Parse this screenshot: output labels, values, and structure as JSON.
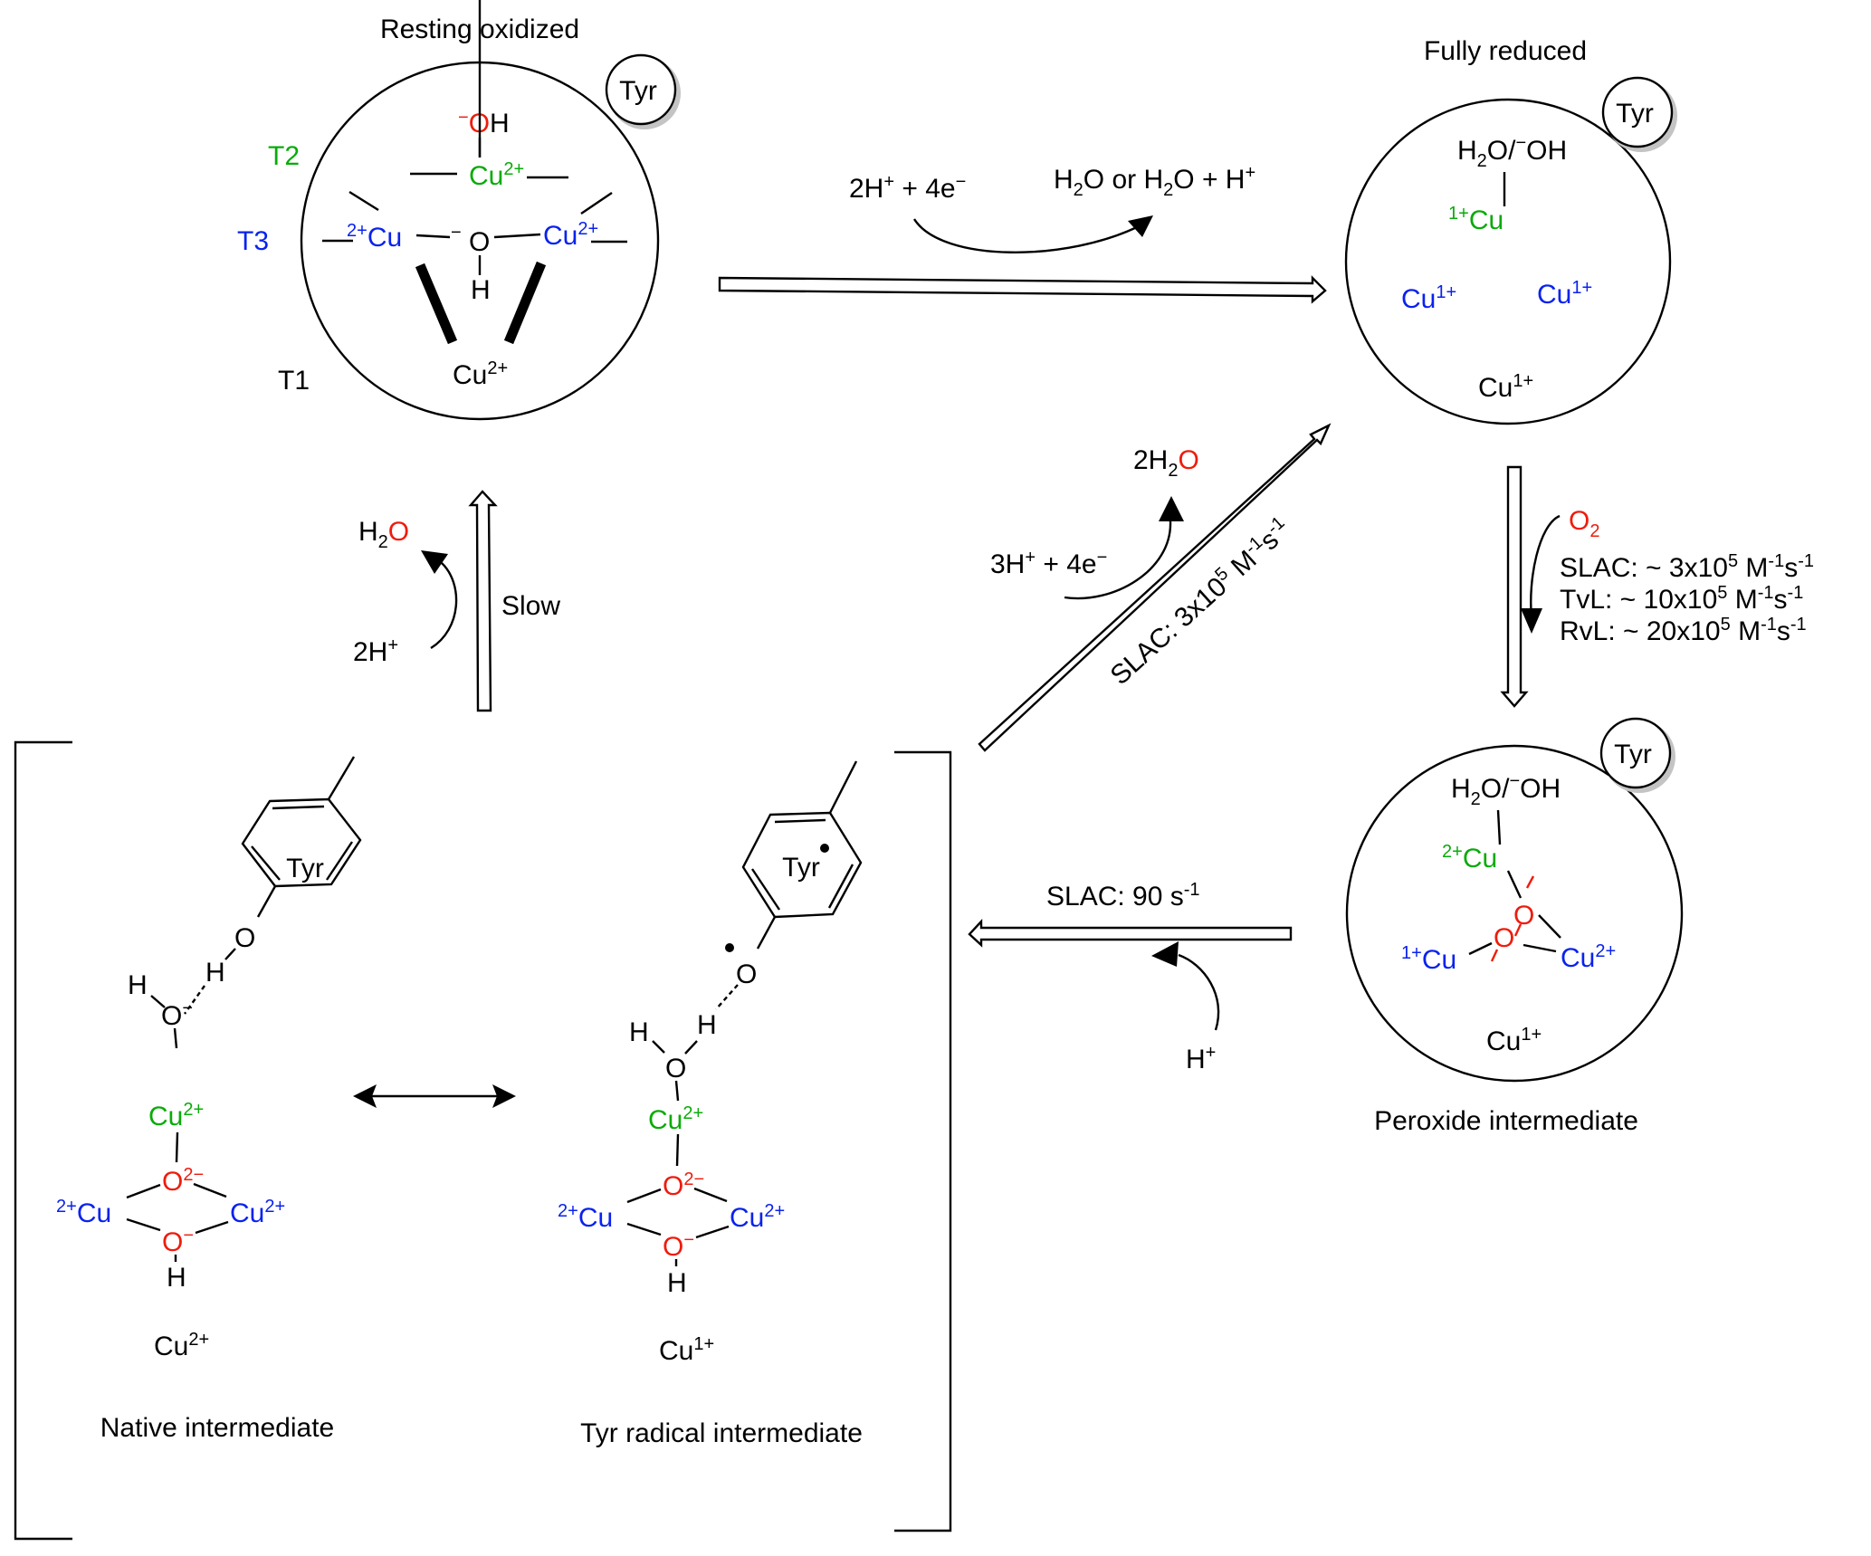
{
  "colors": {
    "t1": "#000000",
    "t2": "#0aab0a",
    "t3": "#0a22ee",
    "oxygen": "#ee1c0c",
    "tyr_shadow": "#c4c4c4"
  },
  "states": {
    "resting_oxidized": {
      "title": "Resting oxidized",
      "tyr_label": "Tyr",
      "site_labels": {
        "t2": "T2",
        "t3": "T3",
        "t1": "T1"
      },
      "t2_ligand": {
        "charge": "−",
        "o": "O",
        "h": "H"
      },
      "t2_cu": {
        "symbol": "Cu",
        "charge": "2+"
      },
      "t3_left_cu": {
        "symbol": "Cu",
        "charge": "2+"
      },
      "t3_right_cu": {
        "symbol": "Cu",
        "charge": "2+"
      },
      "bridge": {
        "charge": "−",
        "o": "O",
        "h": "H"
      },
      "t1_cu": {
        "symbol": "Cu",
        "charge": "2+"
      }
    },
    "fully_reduced": {
      "title": "Fully reduced",
      "tyr_label": "Tyr",
      "ligand": {
        "h": "H",
        "sub": "2",
        "rest": "O/",
        "minus": "−",
        "oh": "OH"
      },
      "t2_cu": {
        "symbol": "Cu",
        "charge": "1+"
      },
      "t3_left_cu": {
        "symbol": "Cu",
        "charge": "1+"
      },
      "t3_right_cu": {
        "symbol": "Cu",
        "charge": "1+"
      },
      "t1_cu": {
        "symbol": "Cu",
        "charge": "1+"
      }
    },
    "peroxide_intermediate": {
      "title": "Peroxide intermediate",
      "tyr_label": "Tyr",
      "ligand": {
        "h": "H",
        "sub": "2",
        "rest": "O/",
        "minus": "−",
        "oh": "OH"
      },
      "t2_cu": {
        "symbol": "Cu",
        "charge": "2+"
      },
      "peroxo_o1": "O",
      "peroxo_o2": "O",
      "t3_left_cu": {
        "symbol": "Cu",
        "charge": "1+"
      },
      "t3_right_cu": {
        "symbol": "Cu",
        "charge": "2+"
      },
      "t1_cu": {
        "symbol": "Cu",
        "charge": "1+"
      }
    },
    "native_intermediate": {
      "title": "Native intermediate",
      "tyr_label": "Tyr",
      "phenol_o": "O",
      "phenol_h": "H",
      "water_h": "H",
      "water_o": "O",
      "water_o_charge": "−",
      "t2_cu": {
        "symbol": "Cu",
        "charge": "2+"
      },
      "oxo": {
        "o": "O",
        "charge": "2−"
      },
      "t3_left_cu": {
        "symbol": "Cu",
        "charge": "2+"
      },
      "t3_right_cu": {
        "symbol": "Cu",
        "charge": "2+"
      },
      "hydroxo": {
        "o": "O",
        "charge": "−",
        "h": "H"
      },
      "t1_cu": {
        "symbol": "Cu",
        "charge": "2+"
      }
    },
    "tyr_radical_intermediate": {
      "title": "Tyr radical intermediate",
      "tyr_label": "Tyr",
      "phenoxyl_o": "O",
      "water_h1": "H",
      "water_h2": "H",
      "water_o": "O",
      "t2_cu": {
        "symbol": "Cu",
        "charge": "2+"
      },
      "oxo": {
        "o": "O",
        "charge": "2−"
      },
      "t3_left_cu": {
        "symbol": "Cu",
        "charge": "2+"
      },
      "t3_right_cu": {
        "symbol": "Cu",
        "charge": "2+"
      },
      "hydroxo": {
        "o": "O",
        "charge": "−",
        "h": "H"
      },
      "t1_cu": {
        "symbol": "Cu",
        "charge": "1+"
      }
    }
  },
  "reactions": {
    "reduction": {
      "reactants": {
        "a": "2H",
        "a_sup": "+",
        "b": " + 4e",
        "b_sup": "−"
      },
      "products": {
        "h1": "H",
        "s1": "2",
        "t1": "O or H",
        "s2": "2",
        "t2": "O + H",
        "sup": "+"
      }
    },
    "o2_binding": {
      "reagent": {
        "o": "O",
        "sub": "2"
      },
      "rates": [
        {
          "enzyme": "SLAC: ~ 3x10",
          "exp": "5",
          "unit1": " M",
          "exp2": "-1",
          "unit2": "s",
          "exp3": "-1"
        },
        {
          "enzyme": "TvL: ~ 10x10",
          "exp": "5",
          "unit1": " M",
          "exp2": "-1",
          "unit2": "s",
          "exp3": "-1"
        },
        {
          "enzyme": "RvL: ~ 20x10",
          "exp": "5",
          "unit1": " M",
          "exp2": "-1",
          "unit2": "s",
          "exp3": "-1"
        }
      ]
    },
    "peroxide_decay": {
      "rate": {
        "text": "SLAC: 90 s",
        "exp": "-1"
      },
      "reagent": {
        "h": "H",
        "sup": "+"
      }
    },
    "native_reduction": {
      "reactants": {
        "a": "3H",
        "a_sup": "+",
        "b": " + 4e",
        "b_sup": "−"
      },
      "products": {
        "pre": "2H",
        "sub": "2",
        "o": "O"
      },
      "rate": {
        "text": "SLAC: 3x10",
        "exp": "5",
        "unit1": " M",
        "exp2": "-1",
        "unit2": "s",
        "exp3": "-1"
      }
    },
    "slow_decay": {
      "label": "Slow",
      "reactants": {
        "a": "2H",
        "a_sup": "+"
      },
      "products": {
        "h": "H",
        "sub": "2",
        "o": "O"
      }
    }
  }
}
